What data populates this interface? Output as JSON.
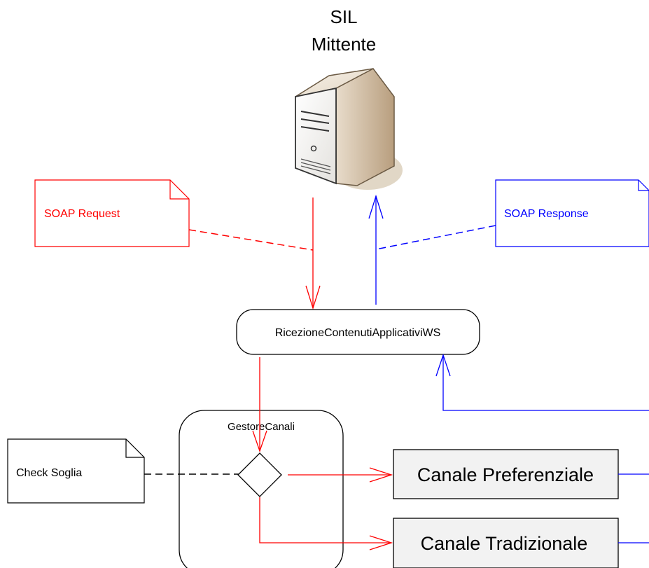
{
  "server": {
    "title_line1": "SIL",
    "title_line2": "Mittente",
    "icon": "server-tower-icon"
  },
  "notes": {
    "request": "SOAP Request",
    "response": "SOAP Response",
    "check": "Check Soglia"
  },
  "nodes": {
    "ws": "RicezioneContenutiApplicativiWS",
    "gestore": "GestoreCanali",
    "preferenziale": "Canale Preferenziale",
    "tradizionale": "Canale Tradizionale"
  },
  "colors": {
    "request": "#ff0000",
    "response": "#0000ff",
    "neutral": "#000000"
  }
}
